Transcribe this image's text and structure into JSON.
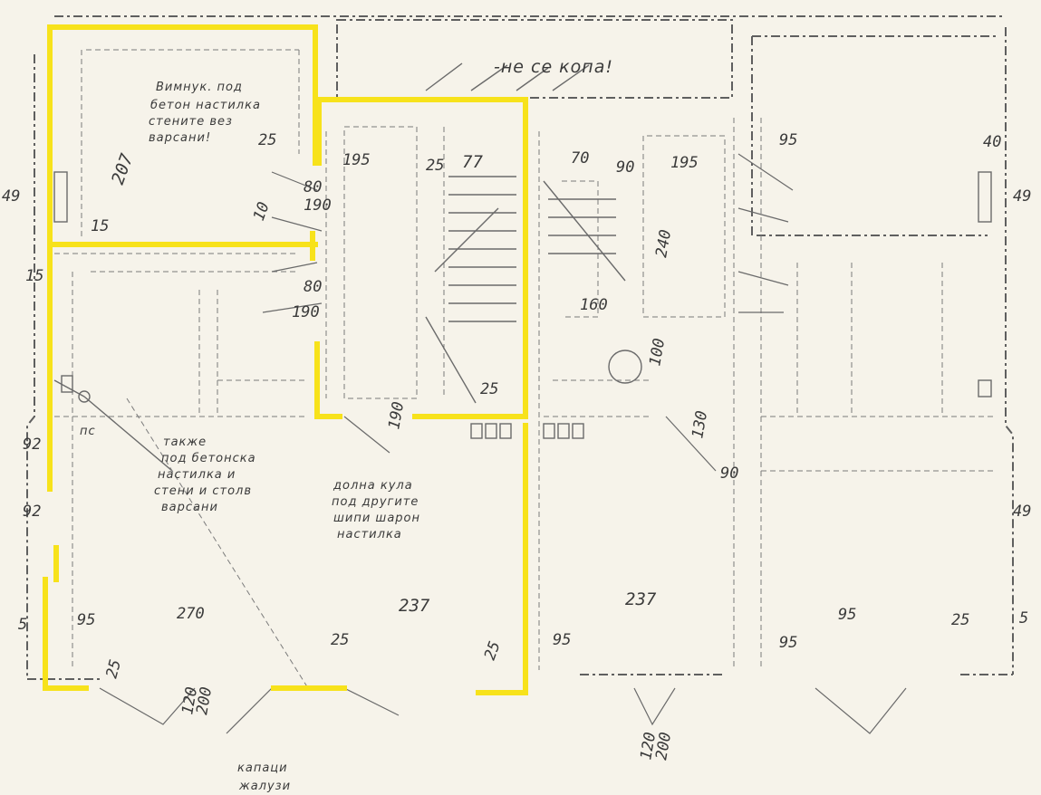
{
  "notes": {
    "top_banner": "-не се копа!",
    "top_left_1": "Вимнук. под",
    "top_left_2": "бетон настилка",
    "top_left_3": "стените вез",
    "top_left_4": "варсани!",
    "mid_left_1": "также",
    "mid_left_2": "под бетонска",
    "mid_left_3": "настилка и",
    "mid_left_4": "стени и столв",
    "mid_left_5": "варсани",
    "mid_center_1": "долна кула",
    "mid_center_2": "под другите",
    "mid_center_3": "шипи шарон",
    "mid_center_4": "настилка",
    "bottom_1": "капаци",
    "bottom_2": "жалузи"
  },
  "dimensions": {
    "d1": "195",
    "d2": "25",
    "d3": "77",
    "d4": "70",
    "d5": "90",
    "d6": "195",
    "d7": "95",
    "d8": "40",
    "d9": "25",
    "d10": "207",
    "d11": "10",
    "d12": "15",
    "d13": "80",
    "d14": "190",
    "d15": "80",
    "d16": "190",
    "d17": "240",
    "d18": "100",
    "d19": "160",
    "d20": "25",
    "d21": "190",
    "d22": "130",
    "d23": "90",
    "d24": "237",
    "d25": "237",
    "d26": "95",
    "d27": "270",
    "d28": "25",
    "d29": "95",
    "d30": "25",
    "d31": "95",
    "d32": "95",
    "d33": "25",
    "d34": "25",
    "d35": "92",
    "d36": "92",
    "d37": "49",
    "d38": "49",
    "d39": "49",
    "d40": "15",
    "d41": "5",
    "d42": "5",
    "d43": "120",
    "d44": "200",
    "d45": "120",
    "d46": "200"
  },
  "labels": {
    "pc": "пс"
  }
}
